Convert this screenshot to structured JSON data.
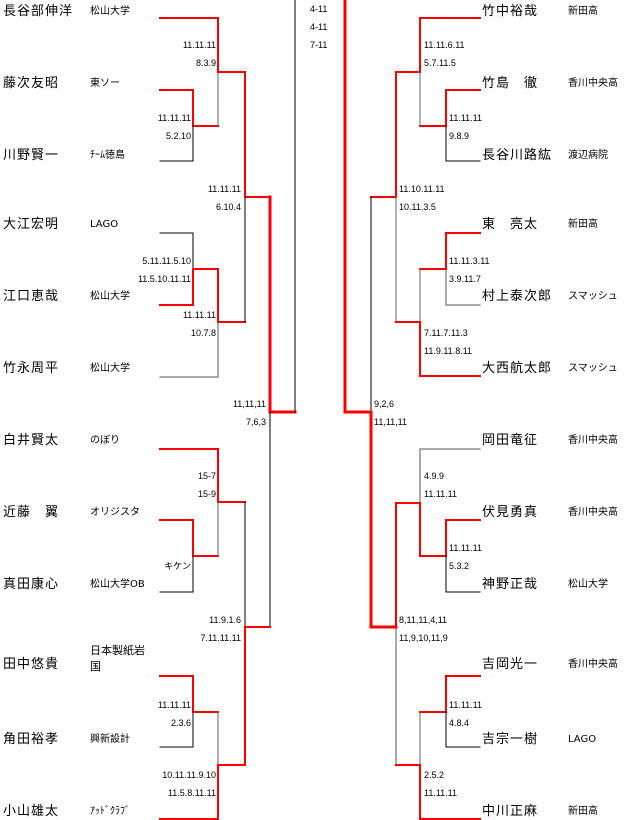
{
  "colors": {
    "winner_line": "#ff0000",
    "line": "#000000"
  },
  "final_scores": [
    "4-11",
    "4-11",
    "7-11"
  ],
  "left": {
    "players": [
      {
        "name": "長谷部伸洋",
        "team": "松山大学"
      },
      {
        "name": "藤次友昭",
        "team": "東ソー"
      },
      {
        "name": "川野賢一",
        "team": "ﾁｰﾑ徳島"
      },
      {
        "name": "大江宏明",
        "team": "LAGO"
      },
      {
        "name": "江口恵哉",
        "team": "松山大学"
      },
      {
        "name": "竹永周平",
        "team": "松山大学"
      },
      {
        "name": "白井賢太",
        "team": "のぼり"
      },
      {
        "name": "近藤　翼",
        "team": "オリジスタ"
      },
      {
        "name": "真田康心",
        "team": "松山大学OB"
      },
      {
        "name": "田中悠貴",
        "team": "日本製紙岩国"
      },
      {
        "name": "角田裕孝",
        "team": "興新設計"
      },
      {
        "name": "小山雄太",
        "team": "ｱｯﾄﾞｸﾗﾌﾞ"
      }
    ],
    "scores": [
      [
        "11.11.11",
        "8.3.9"
      ],
      [
        "11.11.11",
        "5.2.10"
      ],
      [
        "11.11.11",
        "6.10.4"
      ],
      [
        "5.11.11.5.10",
        "11.5.10.11.11"
      ],
      [
        "11.11.11",
        "10.7.8"
      ],
      [
        "11,11,11",
        "7,6,3"
      ],
      [
        "15-7",
        "15-9"
      ],
      [
        "キケン"
      ],
      [
        "11.9.1.6",
        "7.11.11.11"
      ],
      [
        "11.11.11",
        "2.3.6"
      ],
      [
        "10.11.11.9.10",
        "11.5.8.11.11"
      ]
    ]
  },
  "right": {
    "players": [
      {
        "name": "竹中裕哉",
        "team": "新田高"
      },
      {
        "name": "竹島　徹",
        "team": "香川中央高"
      },
      {
        "name": "長谷川路紘",
        "team": "渡辺病院"
      },
      {
        "name": "東　亮太",
        "team": "新田高"
      },
      {
        "name": "村上泰次郎",
        "team": "スマッシュ"
      },
      {
        "name": "大西航太郎",
        "team": "スマッシュ"
      },
      {
        "name": "岡田竜征",
        "team": "香川中央高"
      },
      {
        "name": "伏見勇真",
        "team": "香川中央高"
      },
      {
        "name": "神野正哉",
        "team": "松山大学"
      },
      {
        "name": "吉岡光一",
        "team": "香川中央高"
      },
      {
        "name": "吉宗一樹",
        "team": "LAGO"
      },
      {
        "name": "中川正麻",
        "team": "新田高"
      }
    ],
    "scores": [
      [
        "11.11.6.11",
        "5.7.11.5"
      ],
      [
        "11.11.11",
        "9.8.9"
      ],
      [
        "11.10.11.11",
        "10.11.3.5"
      ],
      [
        "11.11.3.11",
        "3.9.11.7"
      ],
      [
        "7.11.7.11.3",
        "11.9.11.8.11"
      ],
      [
        "9,2,6",
        "11,11,11"
      ],
      [
        "4.9.9",
        "11.11.11"
      ],
      [
        "11.11.11",
        "5.3.2"
      ],
      [
        "8,11,11,4,11",
        "11,9,10,11,9"
      ],
      [
        "11.11.11",
        "4.8.4"
      ],
      [
        "2.5.2",
        "11.11.11"
      ]
    ]
  }
}
